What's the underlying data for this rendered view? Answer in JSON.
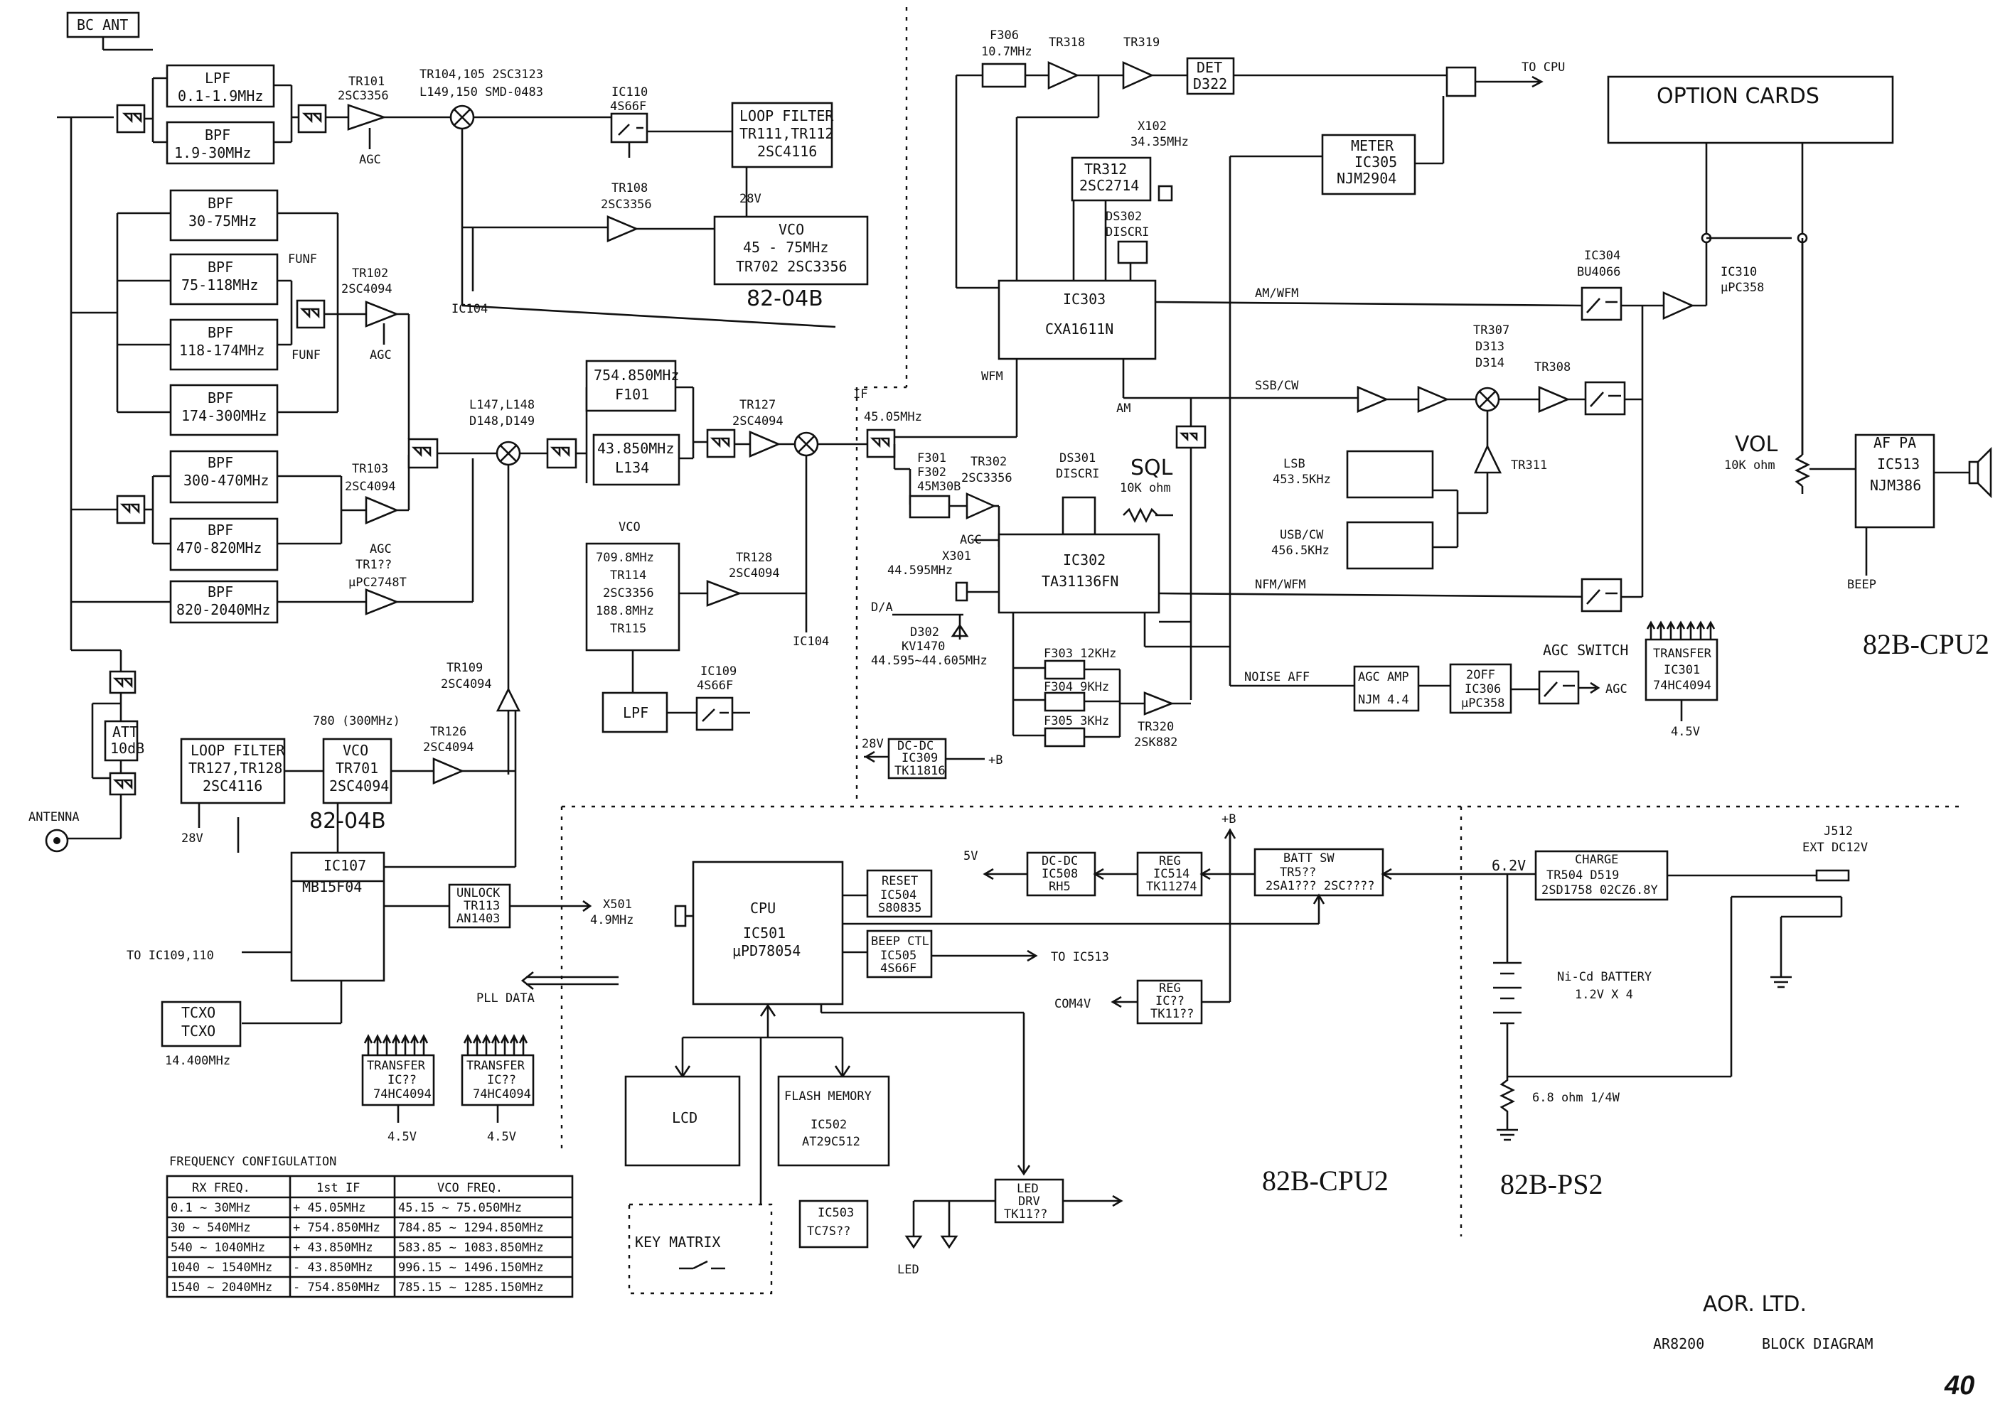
{
  "title": {
    "company": "AOR. LTD.",
    "model": "AR8200",
    "doc": "BLOCK DIAGRAM",
    "page": "40"
  },
  "boards": {
    "rf_unit_1": "82-04B",
    "rf_unit_2": "82-04B",
    "cpu_right": "82B-CPU2",
    "cpu_bottom": "82B-CPU2",
    "power": "82B-PS2"
  },
  "inputs": {
    "bc_ant": "BC ANT",
    "antenna": "ANTENNA",
    "att": [
      "ATT",
      "10dB"
    ]
  },
  "filters": {
    "lpf": [
      "LPF",
      "0.1-1.9MHz"
    ],
    "bpf1": [
      "BPF",
      "1.9-30MHz"
    ],
    "bpf2": [
      "BPF",
      "30-75MHz"
    ],
    "bpf3": [
      "BPF",
      "75-118MHz"
    ],
    "bpf4": [
      "BPF",
      "118-174MHz"
    ],
    "bpf5": [
      "BPF",
      "174-300MHz"
    ],
    "bpf6": [
      "BPF",
      "300-470MHz"
    ],
    "bpf7": [
      "BPF",
      "470-820MHz"
    ],
    "bpf8": [
      "BPF",
      "820-2040MHz"
    ],
    "funf1": "FUNF",
    "funf2": "FUNF"
  },
  "rf_labels": {
    "tr101": [
      "TR101",
      "2SC3356"
    ],
    "agc": "AGC",
    "mixer1": [
      "TR104,105 2SC3123",
      "L149,150  SMD-0483"
    ],
    "tr102": [
      "TR102",
      "2SC4094"
    ],
    "tr103": [
      "TR103",
      "2SC4094"
    ],
    "tr1xx": [
      "TR1??",
      "μPC2748T"
    ],
    "mixer2": [
      "L147,L148",
      "D148,D149"
    ],
    "f754": [
      "754.850MHz",
      "F101"
    ],
    "f43": [
      "43.850MHz",
      "L134"
    ],
    "tr127": [
      "TR127",
      "2SC4094"
    ],
    "tr128": [
      "TR128",
      "2SC4094"
    ],
    "ic104": "IC104",
    "ic107": "IC107",
    "tr109": [
      "TR109",
      "2SC4094"
    ],
    "tr126": [
      "TR126",
      "2SC4094"
    ],
    "ic110": [
      "IC110",
      "4S66F"
    ],
    "ic109": [
      "IC109",
      "4S66F"
    ],
    "loop_filter_1": [
      "LOOP FILTER",
      "TR111,TR112",
      "2SC4116"
    ],
    "v28_1": "28V",
    "tr108": [
      "TR108",
      "2SC3356"
    ],
    "vco1": [
      "VCO",
      "45 - 75MHz",
      "TR702 2SC3356"
    ],
    "vco2_label": "VCO",
    "vco2": [
      "709.8MHz",
      "TR114",
      "2SC3356",
      "188.8MHz",
      "TR115"
    ],
    "lpf2": "LPF",
    "loop_filter_2": [
      "LOOP FILTER",
      "TR127,TR128",
      "2SC4116"
    ],
    "v28_2": "28V",
    "vco3": [
      "VCO",
      "TR701",
      "2SC4094"
    ],
    "vco3_freq": "780 (300MHz)",
    "ic107b": [
      "IC107",
      "MB15F04"
    ],
    "unlock": [
      "UNLOCK",
      "TR113",
      "AN1403"
    ],
    "to_ic109": "TO IC109,110",
    "tcxo": [
      "TCXO",
      "TCXO"
    ],
    "tcxo_freq": "14.400MHz"
  },
  "if_labels": {
    "f306": [
      "F306",
      "10.7MHz"
    ],
    "tr318": "TR318",
    "tr319": "TR319",
    "det": [
      "DET",
      "D322"
    ],
    "to_cpu": "TO CPU",
    "option": "OPTION CARDS",
    "x102": [
      "X102",
      "34.35MHz"
    ],
    "tr312": [
      "TR312",
      "2SC2714"
    ],
    "ds302": [
      "DS302",
      "DISCRI"
    ],
    "meter": [
      "METER",
      "IC305",
      "NJM2904"
    ],
    "ic303": [
      "IC303",
      "CXA1611N"
    ],
    "am_wfm": "AM/WFM",
    "ic304": [
      "IC304",
      "BU4066"
    ],
    "ic310": [
      "IC310",
      "μPC358"
    ],
    "wfm": "WFM",
    "am": "AM",
    "if": [
      "IF",
      "45.05MHz"
    ],
    "ssb_cw": "SSB/CW",
    "tr307": [
      "TR307",
      "D313",
      "D314"
    ],
    "tr308": "TR308",
    "tr311": "TR311",
    "lsb": [
      "LSB",
      "453.5KHz"
    ],
    "usb": [
      "USB/CW",
      "456.5KHz"
    ],
    "f301": [
      "F301",
      "F302",
      "45M30B"
    ],
    "tr302": [
      "TR302",
      "2SC3356"
    ],
    "ds301": [
      "DS301",
      "DISCRI"
    ],
    "sql": [
      "SQL",
      "10K ohm"
    ],
    "x301": [
      "X301",
      "44.595MHz"
    ],
    "da": "D/A",
    "d302": [
      "D302",
      "KV1470"
    ],
    "x301_range": "44.595~44.605MHz",
    "ic302": [
      "IC302",
      "TA31136FN"
    ],
    "nfm": "NFM/WFM",
    "f303": "F303  12KHz",
    "f304": "F304  9KHz",
    "f305": "F305  3KHz",
    "tr320": [
      "TR320",
      "2SK882"
    ],
    "noise": "NOISE  AFF",
    "agc_amp": [
      "AGC AMP",
      "NJM 4.4"
    ],
    "ic306": [
      "2OFF",
      "IC306",
      "μPC358"
    ],
    "agc_switch": "AGC SWITCH",
    "agc_out": "AGC",
    "transfer_right": [
      "TRANSFER",
      "IC301",
      "74HC4094"
    ],
    "v45_right": "4.5V",
    "vol": [
      "VOL",
      "10K ohm"
    ],
    "af_pa": [
      "AF PA",
      "IC513",
      "NJM386"
    ],
    "beep": "BEEP",
    "dcdc_309": [
      "DC-DC",
      "IC309",
      "TK11816"
    ],
    "v28_3": "28V",
    "plus_b": "+B"
  },
  "cpu_labels": {
    "cpu": [
      "CPU",
      "IC501",
      "μPD78054"
    ],
    "xtal": [
      "X501",
      "4.9MHz"
    ],
    "reset": [
      "RESET",
      "IC504",
      "S80835"
    ],
    "beep_ctl": [
      "BEEP CTL",
      "IC505",
      "4S66F"
    ],
    "to_ic513": "TO IC513",
    "com4v": "COM4V",
    "reg_low": [
      "REG",
      "IC??",
      "TK11??"
    ],
    "dcdc_508": [
      "DC-DC",
      "IC508",
      "RH5"
    ],
    "v5v": "5V",
    "reg_514": [
      "REG",
      "IC514",
      "TK11274"
    ],
    "batt_sw": [
      "BATT SW",
      "TR5??",
      "2SA1???  2SC????"
    ],
    "pll_data": "PLL DATA",
    "lcd": "LCD",
    "flash": [
      "FLASH MEMORY",
      "IC502",
      "AT29C512"
    ],
    "key_matrix": "KEY MATRIX",
    "ic503": [
      "IC503",
      "TC7S??"
    ],
    "led_drv": [
      "LED",
      "DRV",
      "TK11??"
    ],
    "led_lbl": "LED",
    "transfer_1": [
      "TRANSFER",
      "IC??",
      "74HC4094"
    ],
    "transfer_2": [
      "TRANSFER",
      "IC??",
      "74HC4094"
    ],
    "v45_a": "4.5V",
    "v45_b": "4.5V"
  },
  "ps_labels": {
    "v62": "6.2V",
    "charge": [
      "CHARGE",
      "TR504    D519",
      "2SD1758  02CZ6.8Y"
    ],
    "ext_dc": [
      "J512",
      "EXT DC12V"
    ],
    "battery": [
      "Ni-Cd BATTERY",
      "1.2V X 4"
    ],
    "resistor": "6.8 ohm 1/4W"
  },
  "freq_table": {
    "caption": "FREQUENCY CONFIGULATION",
    "headers": [
      "RX FREQ.",
      "1st IF",
      "VCO FREQ."
    ],
    "rows": [
      [
        "0.1 ~ 30MHz",
        "+ 45.05MHz",
        "45.15 ~ 75.050MHz"
      ],
      [
        "30 ~ 540MHz",
        "+ 754.850MHz",
        "784.85 ~ 1294.850MHz"
      ],
      [
        "540 ~ 1040MHz",
        "+ 43.850MHz",
        "583.85 ~ 1083.850MHz"
      ],
      [
        "1040 ~ 1540MHz",
        "- 43.850MHz",
        "996.15 ~ 1496.150MHz"
      ],
      [
        "1540 ~ 2040MHz",
        "- 754.850MHz",
        "785.15 ~ 1285.150MHz"
      ]
    ]
  }
}
